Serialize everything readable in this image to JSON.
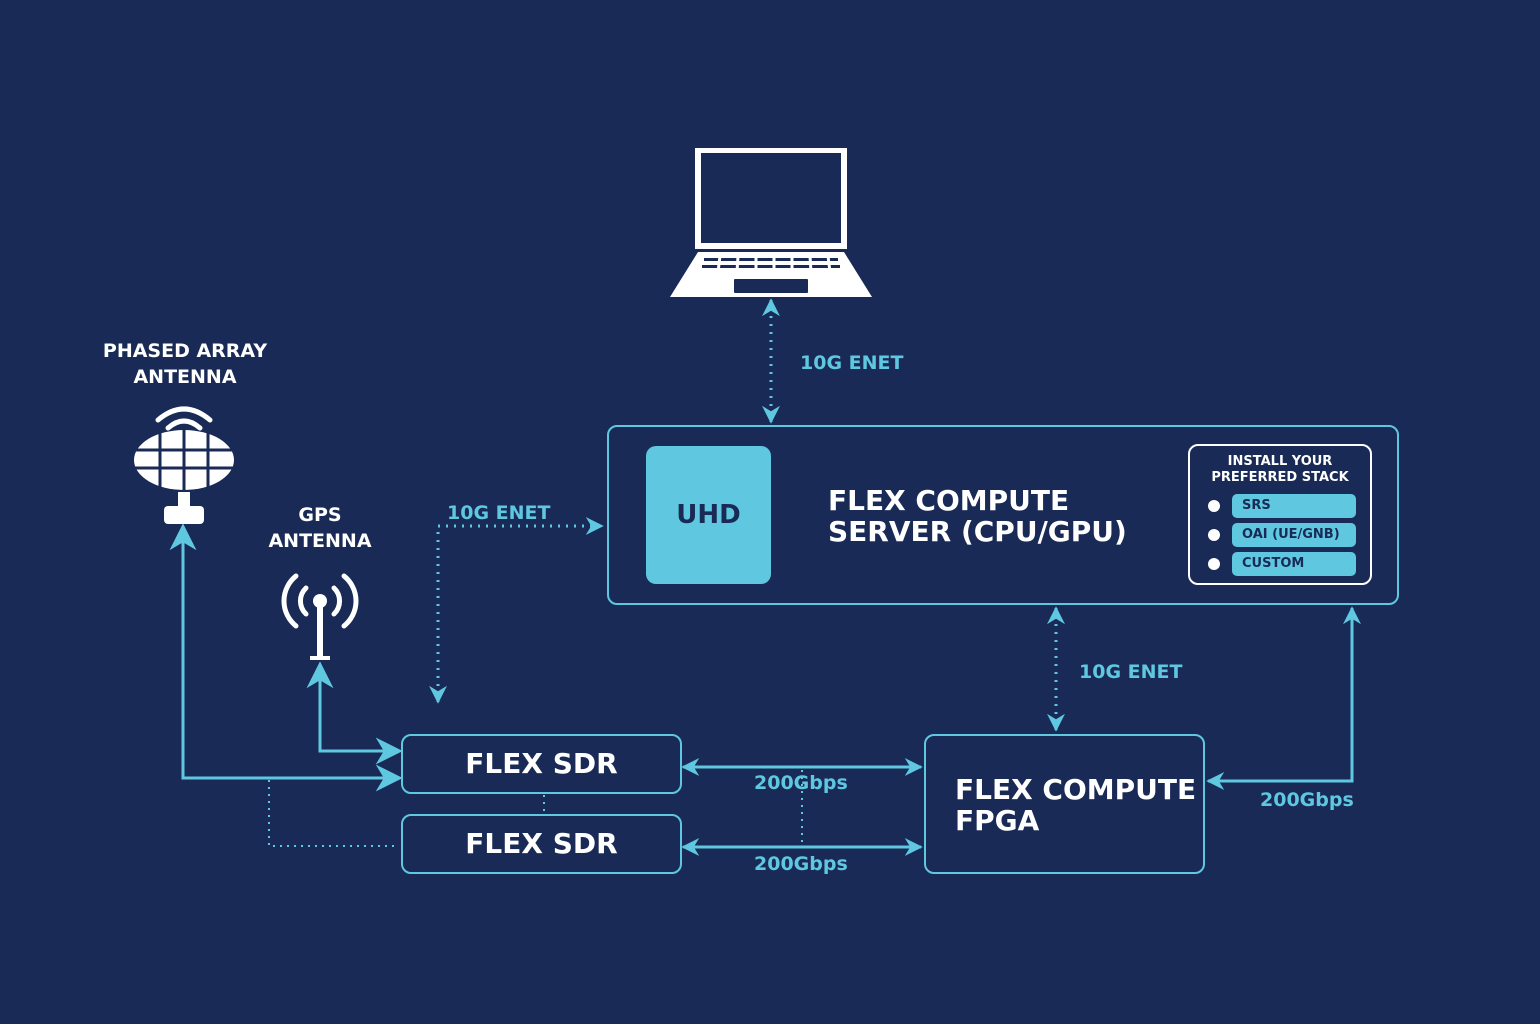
{
  "nodes": {
    "laptop": {
      "icon": "laptop-icon"
    },
    "phased_array": {
      "label_line1": "PHASED ARRAY",
      "label_line2": "ANTENNA",
      "icon": "phased-array-antenna-icon"
    },
    "gps": {
      "label_line1": "GPS",
      "label_line2": "ANTENNA",
      "icon": "gps-antenna-icon"
    },
    "server": {
      "title_line1": "FLEX COMPUTE",
      "title_line2": "SERVER (CPU/GPU)",
      "uhd_label": "UHD",
      "stack": {
        "title_line1": "INSTALL YOUR",
        "title_line2": "PREFERRED STACK",
        "options": [
          "SRS",
          "OAI (UE/GNB)",
          "CUSTOM"
        ]
      }
    },
    "sdr_top": {
      "label": "FLEX SDR"
    },
    "sdr_bottom": {
      "label": "FLEX SDR"
    },
    "fpga": {
      "title_line1": "FLEX COMPUTE",
      "title_line2": "FPGA"
    }
  },
  "links": {
    "laptop_server": "10G ENET",
    "sdr_server": "10G ENET",
    "server_fpga": "10G ENET",
    "sdr_top_fpga": "200Gbps",
    "sdr_bottom_fpga": "200Gbps",
    "fpga_server": "200Gbps"
  },
  "colors": {
    "background": "#182a55",
    "accent": "#5fc8e0",
    "text": "#ffffff"
  }
}
